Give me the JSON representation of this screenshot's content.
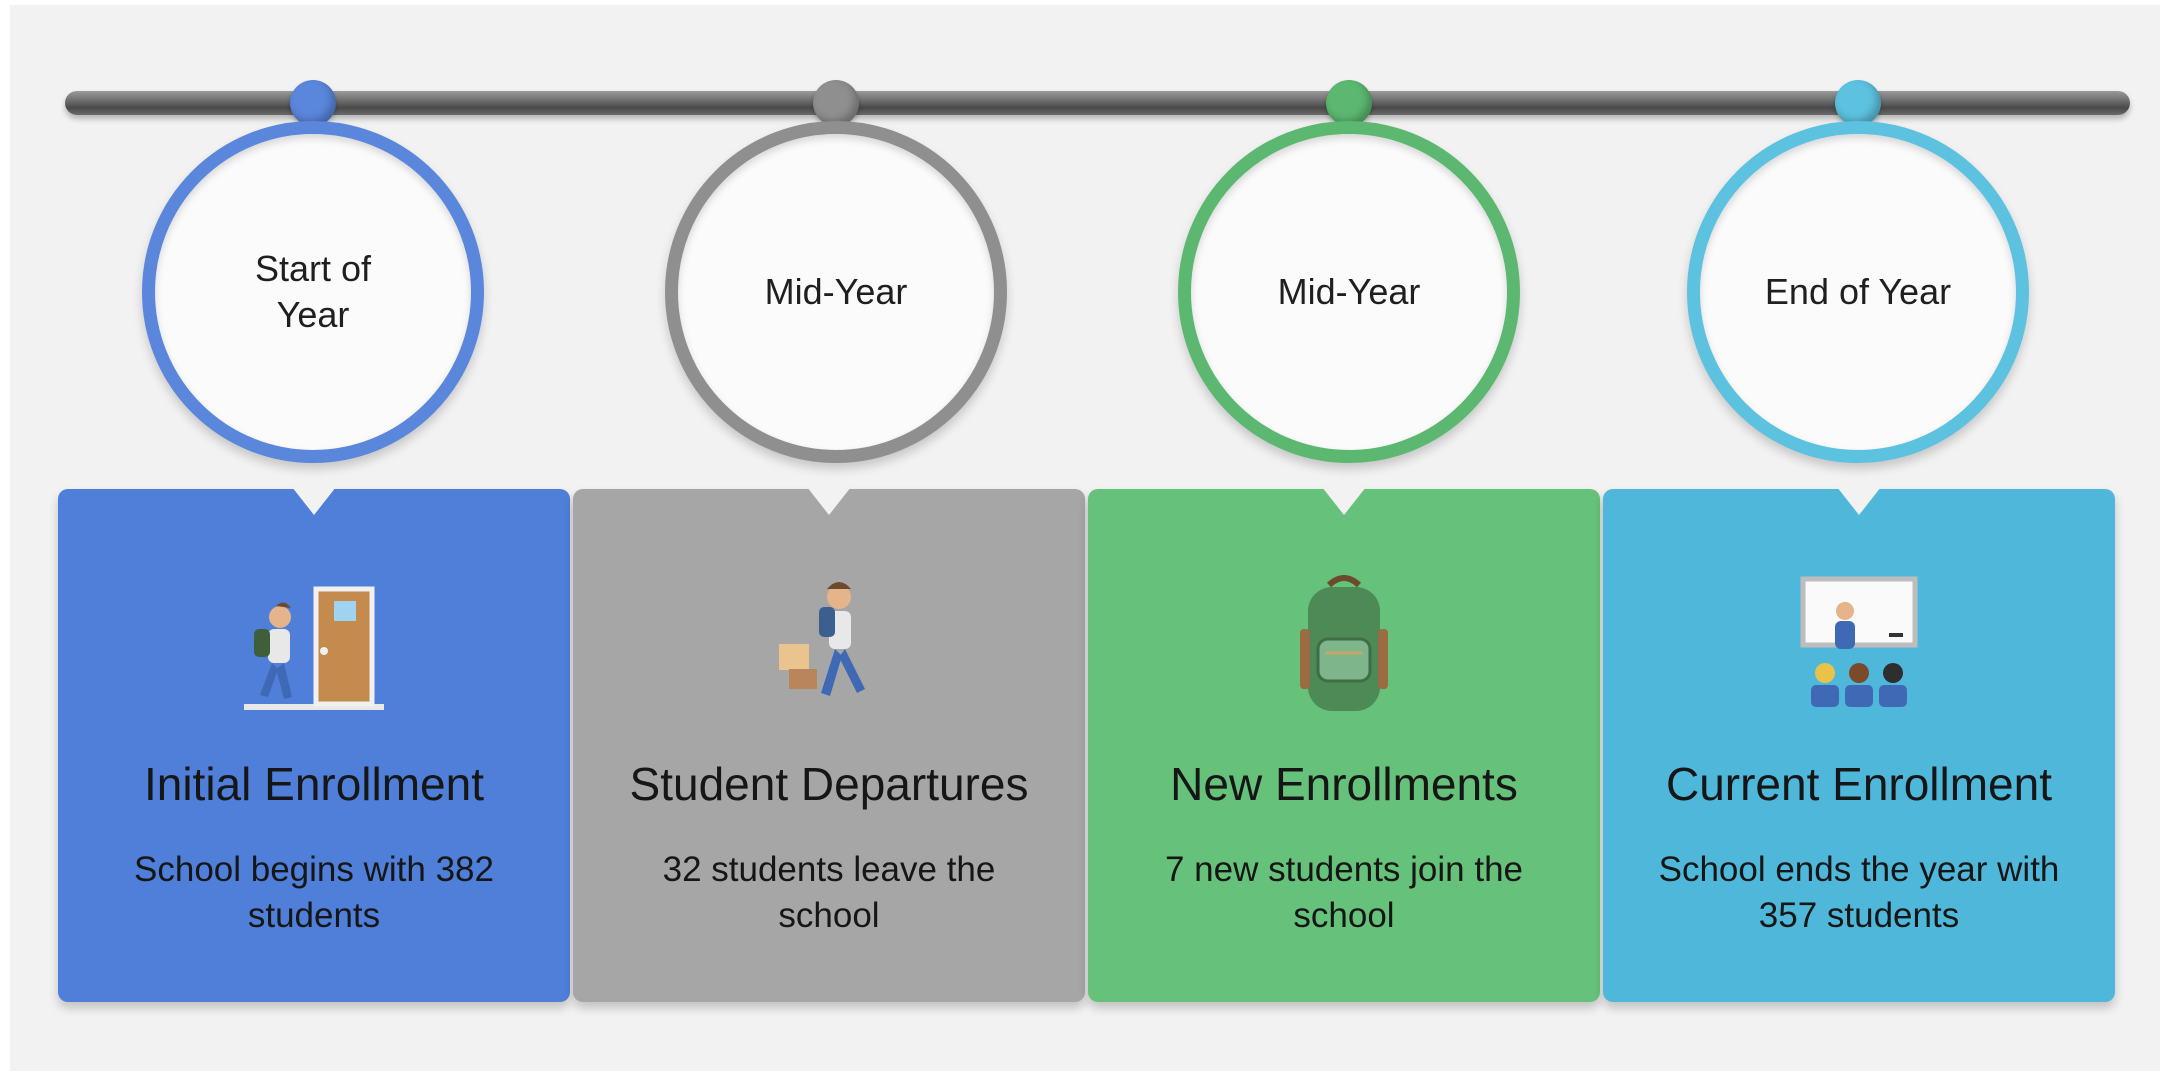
{
  "stages": [
    {
      "ring_label": "Start of\nYear",
      "title": "Initial Enrollment",
      "description": "School begins with 382 students",
      "color": "#4f7fd8",
      "ring_color": "#5a86dc",
      "icon": "student-entering-door-icon"
    },
    {
      "ring_label": "Mid-Year",
      "title": "Student Departures",
      "description": "32 students leave the school",
      "color": "#a6a6a6",
      "ring_color": "#8f8f8f",
      "icon": "student-leaving-with-box-icon"
    },
    {
      "ring_label": "Mid-Year",
      "title": "New Enrollments",
      "description": "7 new students join the school",
      "color": "#66c27a",
      "ring_color": "#5cb870",
      "icon": "backpack-icon"
    },
    {
      "ring_label": "End of Year",
      "title": "Current Enrollment",
      "description": "School ends the year with 357 students",
      "color": "#4fb8da",
      "ring_color": "#5cc2df",
      "icon": "classroom-teacher-icon"
    }
  ]
}
